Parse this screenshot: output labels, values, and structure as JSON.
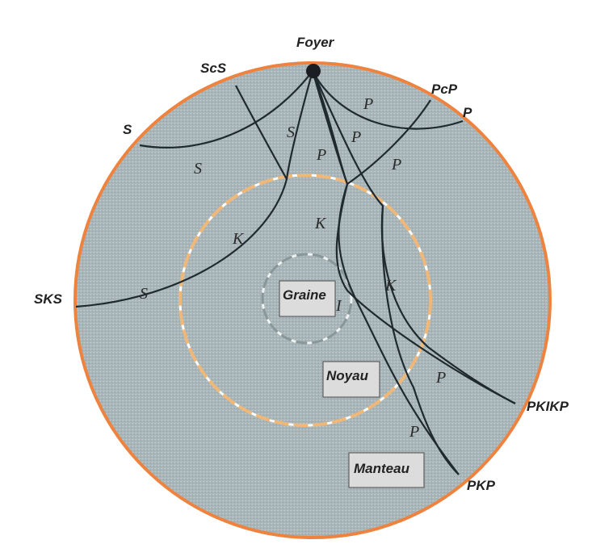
{
  "diagram": {
    "title": "Foyer",
    "colors": {
      "mantle_fill": "#a9b6b9",
      "outer_ring": "#ee8340",
      "core_boundary": "#f0b878",
      "inner_core_boundary": "#8a9799",
      "ray": "#1e2a30",
      "box_fill": "#dcdcdc"
    },
    "regions": [
      {
        "label": "Graine"
      },
      {
        "label": "Noyau"
      },
      {
        "label": "Manteau"
      }
    ],
    "phase_labels": {
      "scs": "ScS",
      "pcp": "PcP",
      "p_surface": "P",
      "s_surface": "S",
      "sks": "SKS",
      "pkikp": "PKIKP",
      "pkp": "PKP"
    },
    "segment_labels": {
      "s": "S",
      "p": "P",
      "k": "K",
      "i": "I"
    }
  }
}
